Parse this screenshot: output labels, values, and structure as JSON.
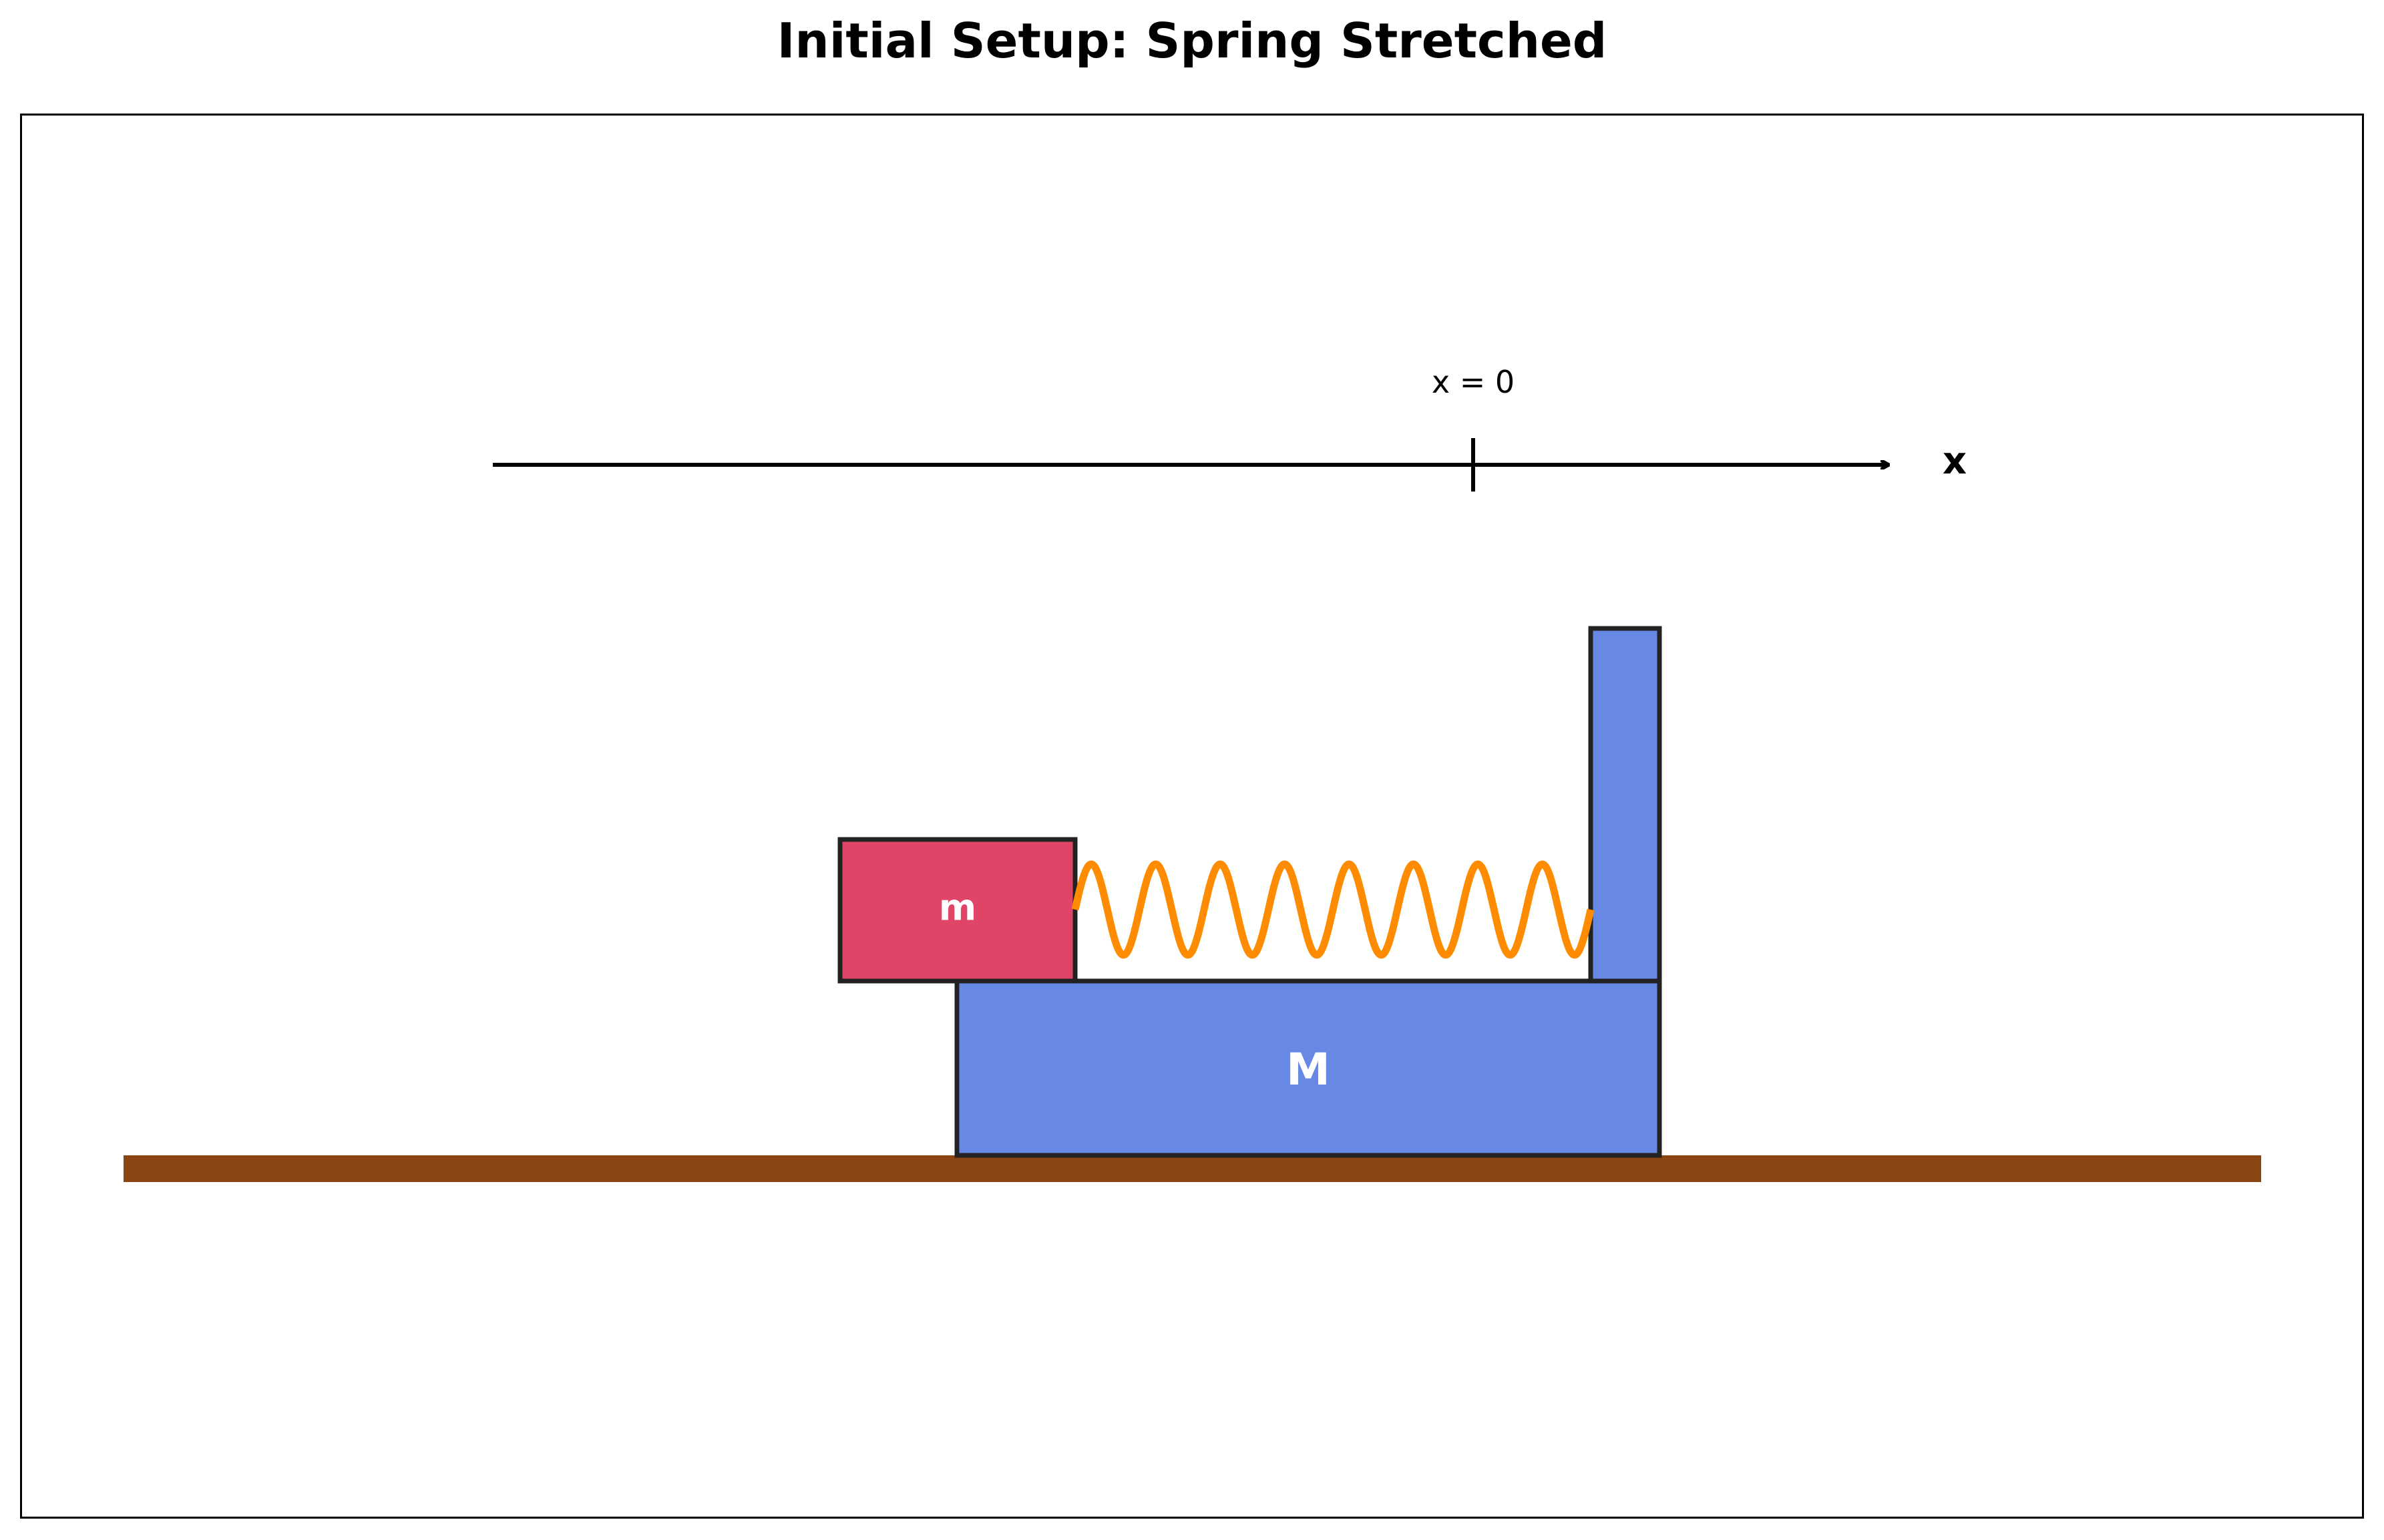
{
  "title": "Initial Setup: Spring Stretched",
  "axis": {
    "origin_label": "x = 0",
    "axis_label": "x"
  },
  "blocks": {
    "small_block_label": "m",
    "large_block_label": "M"
  },
  "colors": {
    "small_block": "#e04466",
    "large_block": "#6888e6",
    "spring": "#ff8c00",
    "ground": "#8b4513",
    "outline": "#222222",
    "axis": "#000000"
  }
}
